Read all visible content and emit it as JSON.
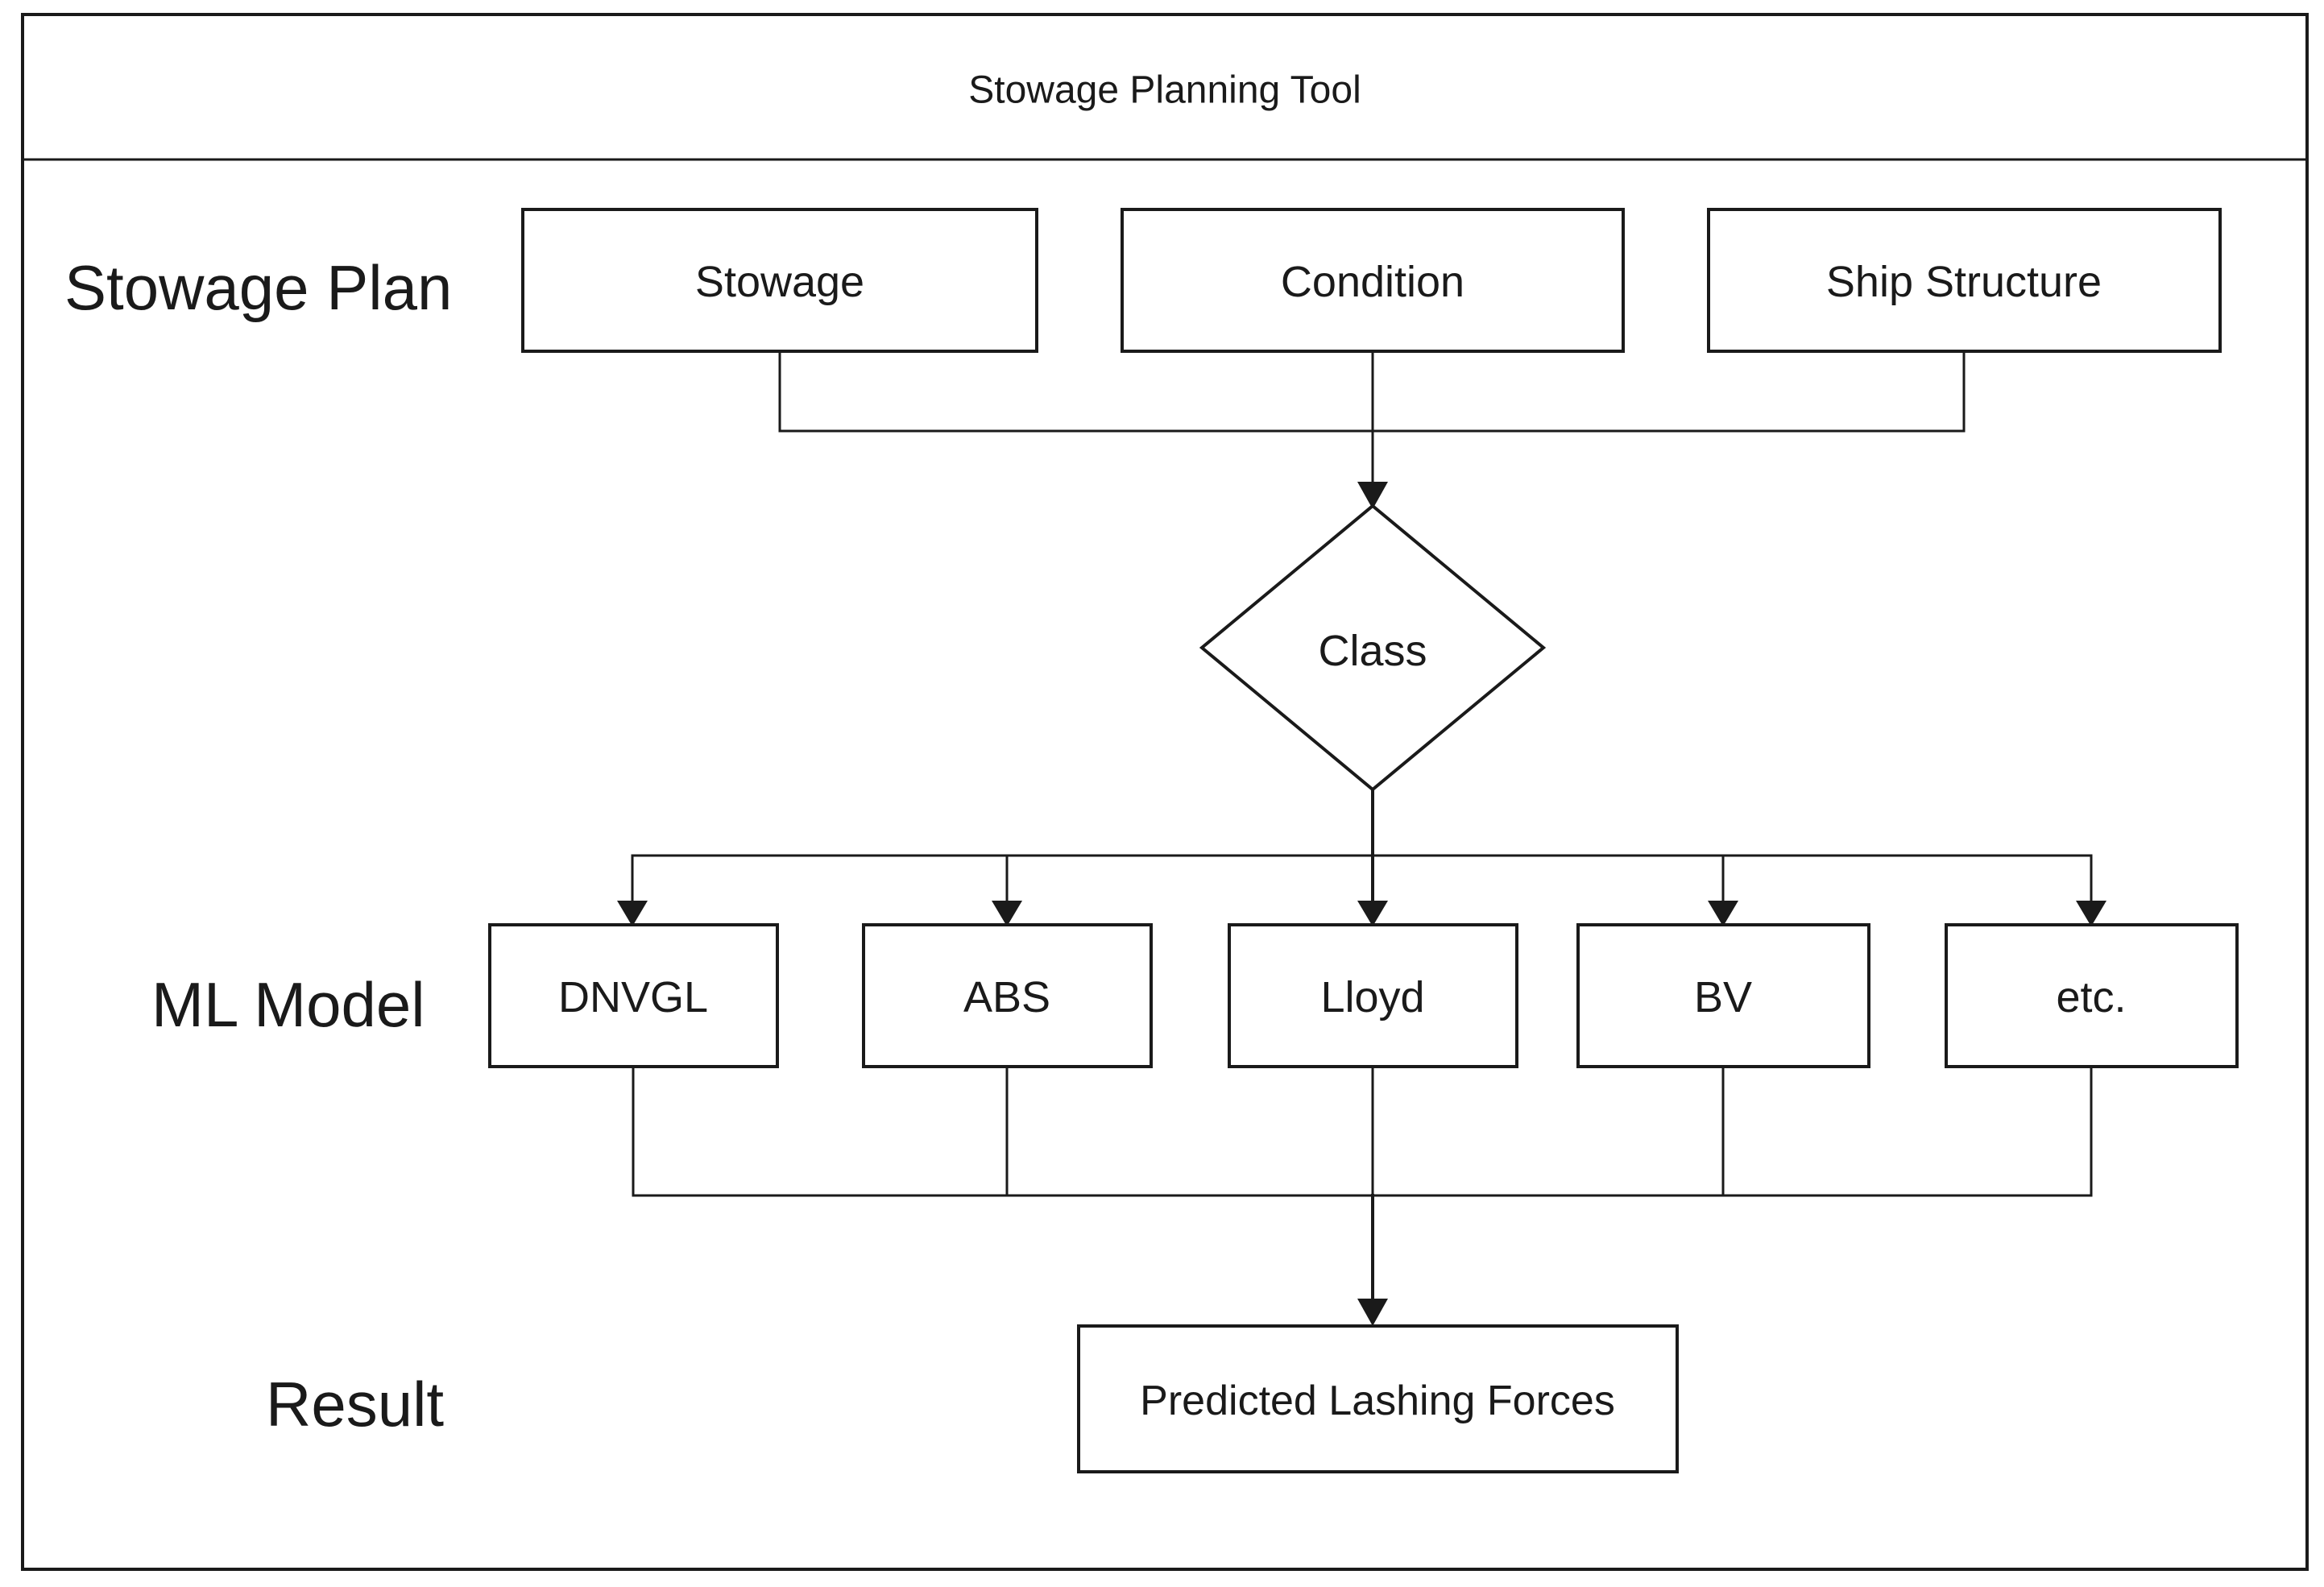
{
  "title": "Stowage Planning Tool",
  "row_labels": {
    "stowage_plan": "Stowage Plan",
    "ml_model": "ML Model",
    "result": "Result"
  },
  "inputs": {
    "stowage": "Stowage",
    "condition": "Condition",
    "ship_structure": "Ship Structure"
  },
  "decision": {
    "label": "Class"
  },
  "ml_models": [
    "DNVGL",
    "ABS",
    "Lloyd",
    "BV",
    "etc."
  ],
  "result_label": "Predicted Lashing Forces",
  "colors": {
    "stroke": "#1a1a1a",
    "background": "#ffffff"
  }
}
